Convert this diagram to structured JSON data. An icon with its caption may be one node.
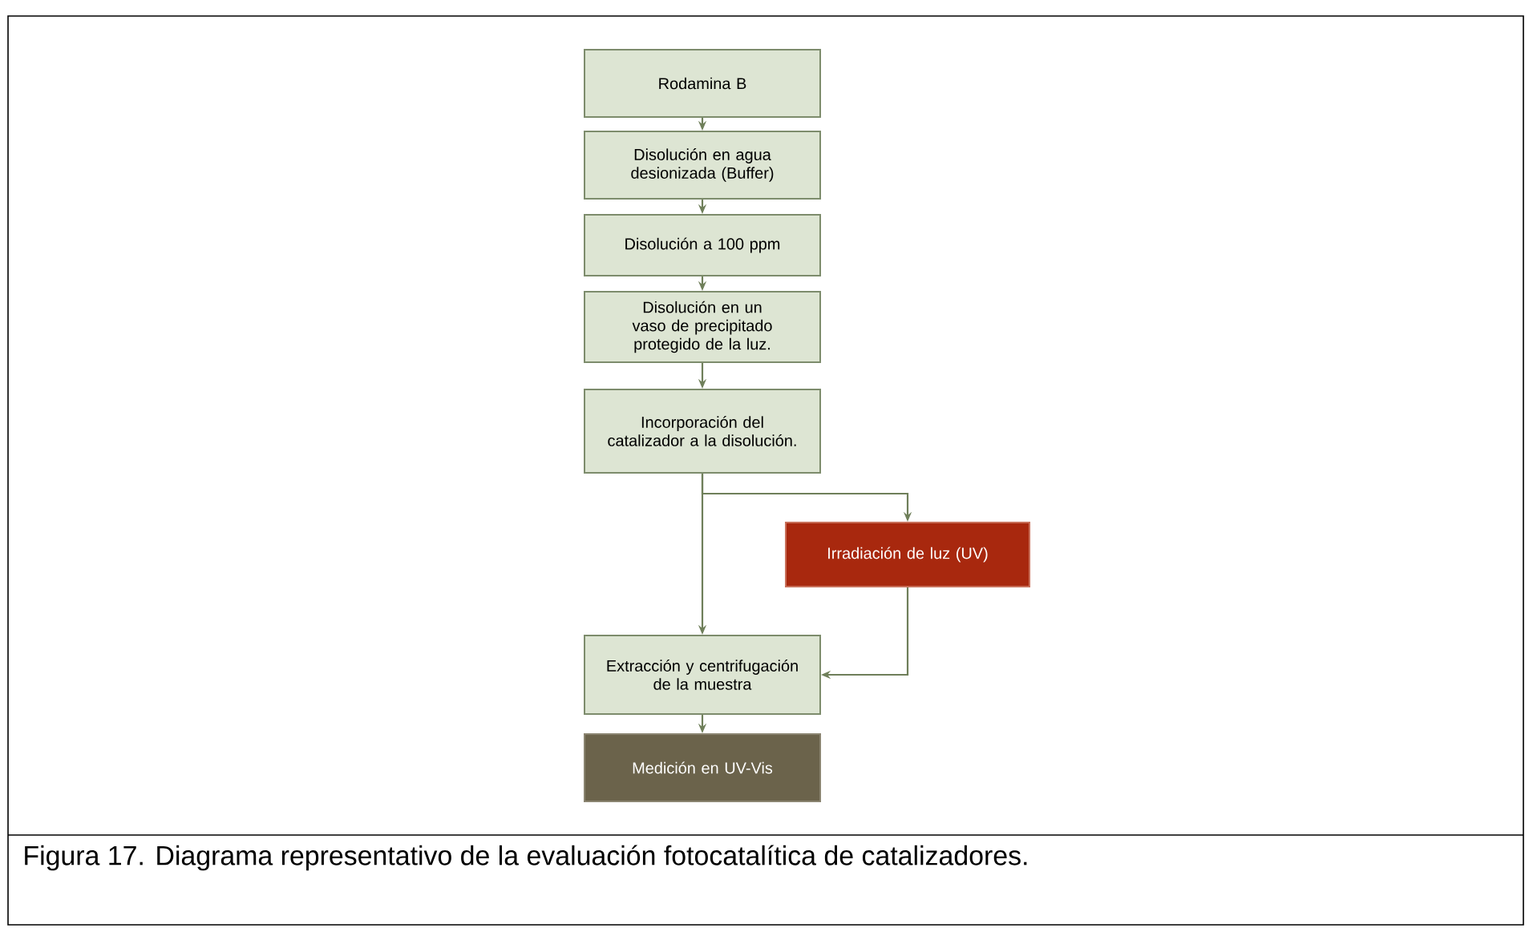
{
  "diagram": {
    "caption": "Figura 17. Diagrama representativo de la evaluación fotocatalítica de catalizadores.",
    "nodes": [
      {
        "text": [
          "Rodamina B"
        ]
      },
      {
        "text": [
          "Disolución en agua desionizada (Buffer)"
        ]
      },
      {
        "text": [
          "Disolución a 100 ppm"
        ]
      },
      {
        "text": [
          "Disolución en un vaso de precipitado protegido de la luz."
        ]
      },
      {
        "text": [
          "Incorporación del catalizador a la disolución."
        ]
      },
      {
        "text": [
          "Irradiación de luz (UV)"
        ]
      },
      {
        "text": [
          "Extracción y centrifugación de la muestra"
        ]
      },
      {
        "text": [
          "Medición en UV-Vis"
        ]
      }
    ],
    "edges": [
      {
        "from": 0,
        "to": 1,
        "arrow": "to"
      },
      {
        "from": 1,
        "to": 2,
        "arrow": "to"
      },
      {
        "from": 2,
        "to": 3,
        "arrow": "to"
      },
      {
        "from": 3,
        "to": 4,
        "arrow": "to"
      },
      {
        "from": 4,
        "to": 5,
        "arrow": "to"
      },
      {
        "from": 4,
        "to": 6,
        "arrow": "to"
      },
      {
        "from": 5,
        "to": 6,
        "arrow": "to"
      },
      {
        "from": 6,
        "to": 7,
        "arrow": "to"
      }
    ]
  }
}
